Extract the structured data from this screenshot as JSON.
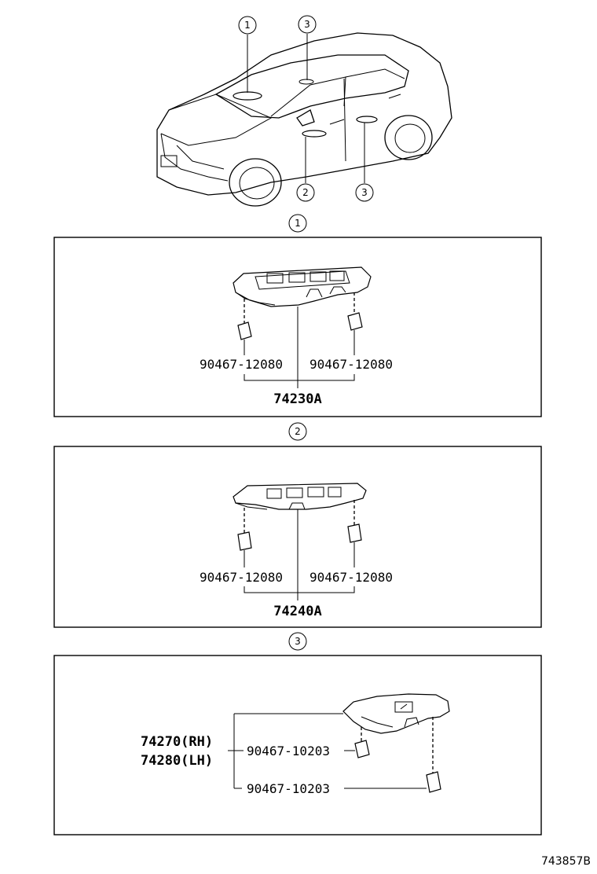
{
  "callouts": {
    "c1": "1",
    "c2": "2",
    "c3": "3"
  },
  "section1": {
    "clip_left": "90467-12080",
    "clip_right": "90467-12080",
    "assembly": "74230A"
  },
  "section2": {
    "clip_left": "90467-12080",
    "clip_right": "90467-12080",
    "assembly": "74240A"
  },
  "section3": {
    "assembly_rh": "74270(RH)",
    "assembly_lh": "74280(LH)",
    "clip_upper": "90467-10203",
    "clip_lower": "90467-10203"
  },
  "figure_ref": "743857B"
}
